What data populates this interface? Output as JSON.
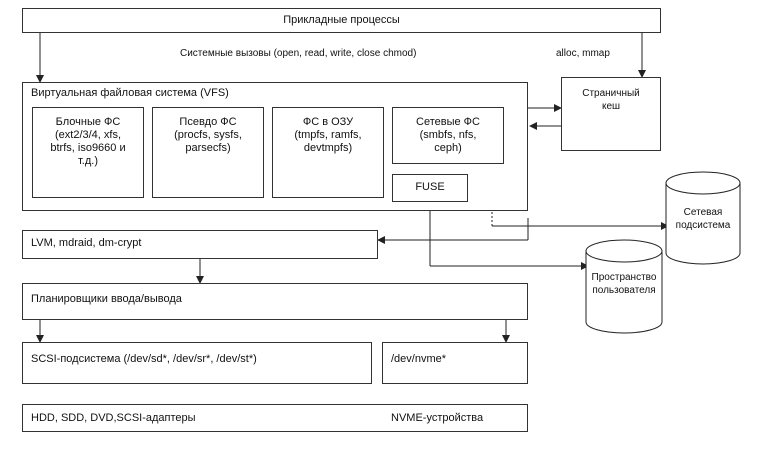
{
  "top": {
    "label": "Прикладные процессы"
  },
  "syscalls": {
    "label": "Системные вызовы (open, read, write, close chmod)"
  },
  "mmap": {
    "label": "alloc, mmap"
  },
  "vfs": {
    "title": "Виртуальная файловая система (VFS)",
    "block": [
      "Блочные ФС",
      "(ext2/3/4, xfs,",
      "btrfs, iso9660 и",
      "т.д.)"
    ],
    "pseudo": [
      "Псевдо ФС",
      "(procfs, sysfs,",
      "parsecfs)"
    ],
    "ram": [
      "ФС в ОЗУ",
      "(tmpfs, ramfs,",
      "devtmpfs)"
    ],
    "net": [
      "Сетевые ФС",
      "(smbfs, nfs,",
      "ceph)"
    ],
    "fuse": "FUSE"
  },
  "page_cache": [
    "Страничный",
    "кеш"
  ],
  "net_subsys": [
    "Сетевая",
    "подсистема"
  ],
  "userspace": [
    "Пространство",
    "пользователя"
  ],
  "lvm": {
    "label": "LVM, mdraid, dm-crypt"
  },
  "sched": {
    "label": "Планировщики ввода/вывода"
  },
  "scsi": {
    "label": "SCSI-подсистема (/dev/sd*, /dev/sr*, /dev/st*)"
  },
  "nvme": {
    "label": "/dev/nvme*"
  },
  "hw": {
    "left": "HDD, SDD, DVD,SCSI-адаптеры",
    "right": "NVME-устройства"
  }
}
